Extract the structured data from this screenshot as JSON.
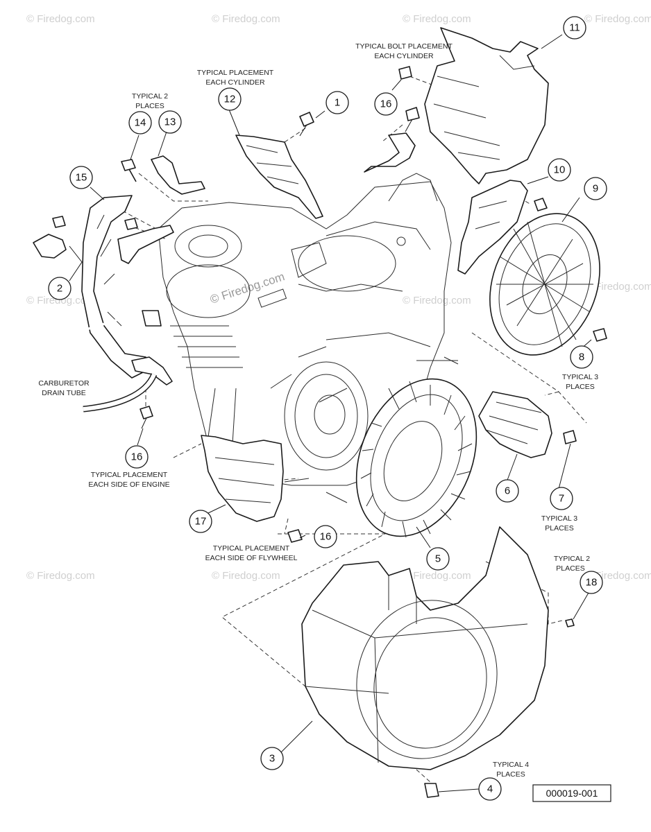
{
  "watermark": {
    "text": "© Firedog.com",
    "center_text": "© Firedog.com"
  },
  "notes": [
    {
      "id": "bolt-each-cylinder",
      "lines": [
        "TYPICAL BOLT PLACEMENT",
        "EACH CYLINDER"
      ]
    },
    {
      "id": "placement-each-cylinder",
      "lines": [
        "TYPICAL PLACEMENT",
        "EACH CYLINDER"
      ]
    },
    {
      "id": "typical-2-places-top",
      "lines": [
        "TYPICAL 2",
        "PLACES"
      ]
    },
    {
      "id": "carburetor-drain-tube",
      "lines": [
        "CARBURETOR",
        "DRAIN TUBE"
      ]
    },
    {
      "id": "placement-each-side-engine",
      "lines": [
        "TYPICAL PLACEMENT",
        "EACH SIDE OF ENGINE"
      ]
    },
    {
      "id": "placement-each-side-flywheel",
      "lines": [
        "TYPICAL PLACEMENT",
        "EACH SIDE OF FLYWHEEL"
      ]
    },
    {
      "id": "typical-3-places-8",
      "lines": [
        "TYPICAL 3",
        "PLACES"
      ]
    },
    {
      "id": "typical-3-places-7",
      "lines": [
        "TYPICAL 3",
        "PLACES"
      ]
    },
    {
      "id": "typical-2-places-18",
      "lines": [
        "TYPICAL 2",
        "PLACES"
      ]
    },
    {
      "id": "typical-4-places",
      "lines": [
        "TYPICAL 4",
        "PLACES"
      ]
    }
  ],
  "callouts": [
    "1",
    "2",
    "3",
    "4",
    "5",
    "6",
    "7",
    "8",
    "9",
    "10",
    "11",
    "12",
    "13",
    "14",
    "15",
    "16",
    "16",
    "16",
    "17",
    "18"
  ],
  "drawing_code": "000019-001"
}
